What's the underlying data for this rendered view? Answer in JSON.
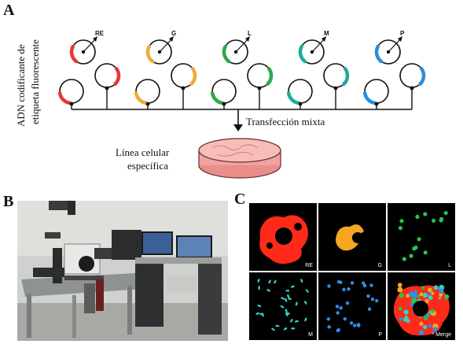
{
  "figure": {
    "panels": {
      "a": "A",
      "b": "B",
      "c": "C"
    },
    "panel_a": {
      "ylabel_line1": "ADN codificante de",
      "ylabel_line2": "etiqueta fluorescente",
      "plasmids": [
        {
          "label": "RE",
          "color": "#e53935"
        },
        {
          "label": "G",
          "color": "#f2a93b"
        },
        {
          "label": "L",
          "color": "#2ea84a"
        },
        {
          "label": "M",
          "color": "#1faaa0"
        },
        {
          "label": "P",
          "color": "#2b8ed8"
        }
      ],
      "transfection_label": "Transfección mixta",
      "cell_line_line1": "Línea celular",
      "cell_line_line2": "específica"
    },
    "panel_c": {
      "tiles": [
        {
          "label": "RE",
          "color": "#ff2a1a"
        },
        {
          "label": "G",
          "color": "#f5a623"
        },
        {
          "label": "L",
          "color": "#1fc94b"
        },
        {
          "label": "M",
          "color": "#36d2c2"
        },
        {
          "label": "P",
          "color": "#2c8fe8"
        },
        {
          "label": "* Merge",
          "color": "#ff2a1a"
        }
      ]
    }
  }
}
